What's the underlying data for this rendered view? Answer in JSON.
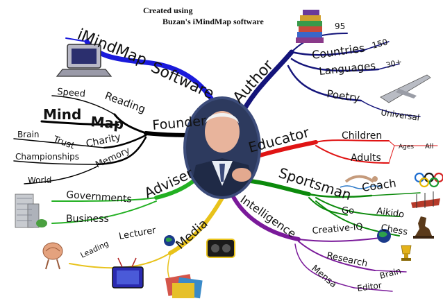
{
  "caption": {
    "line1": "Created using",
    "line2": "Buzan's iMindMap software"
  },
  "center": {
    "photo": "portrait-photo"
  },
  "branches": {
    "software": {
      "label": "Software",
      "color": "#1a1adb",
      "sub": {
        "imindmap": "iMindMap"
      }
    },
    "author": {
      "label": "Author",
      "color": "#14147a",
      "sub": {
        "n95": "95",
        "countries": "Countries",
        "n150": "150",
        "languages": "Languages",
        "n30": "30+",
        "poetry": "Poetry",
        "universal": "Universal"
      }
    },
    "founder": {
      "label": "Founder",
      "color": "#000000",
      "sub": {
        "speed": "Speed",
        "reading": "Reading",
        "mind": "Mind",
        "map": "Map",
        "brain": "Brain",
        "trust": "Trust",
        "charity": "Charity",
        "championships": "Championships",
        "memory": "Memory",
        "world": "World"
      }
    },
    "educator": {
      "label": "Educator",
      "color": "#e01414",
      "sub": {
        "children": "Children",
        "adults": "Adults",
        "ages": "Ages",
        "all": "All"
      }
    },
    "adviser": {
      "label": "Adviser",
      "color": "#22b022",
      "sub": {
        "governments": "Governments",
        "business": "Business"
      }
    },
    "sportsman": {
      "label": "Sportsman",
      "color": "#0c8a0c",
      "sub": {
        "coach": "Coach",
        "go": "Go",
        "aikido": "Aikido",
        "chess": "Chess"
      }
    },
    "media": {
      "label": "Media",
      "color": "#e8c21a",
      "sub": {
        "lecturer": "Lecturer",
        "leading": "Leading"
      }
    },
    "intelligence": {
      "label": "Intelligence",
      "color": "#7a1a9a",
      "sub": {
        "creative_iq": "Creative-IQ",
        "research": "Research",
        "brain": "Brain",
        "mensa": "Mensa",
        "editor": "Editor"
      }
    }
  },
  "images": [
    "laptop-icon",
    "books-icon",
    "airplane-icon",
    "swimmer-icon",
    "olympic-rings-icon",
    "rowing-icon",
    "chess-piece-icon",
    "globe-icon",
    "trophy-icon",
    "building-icon",
    "brain-figure-icon",
    "tv-icon",
    "radio-icon",
    "magazines-icon"
  ]
}
